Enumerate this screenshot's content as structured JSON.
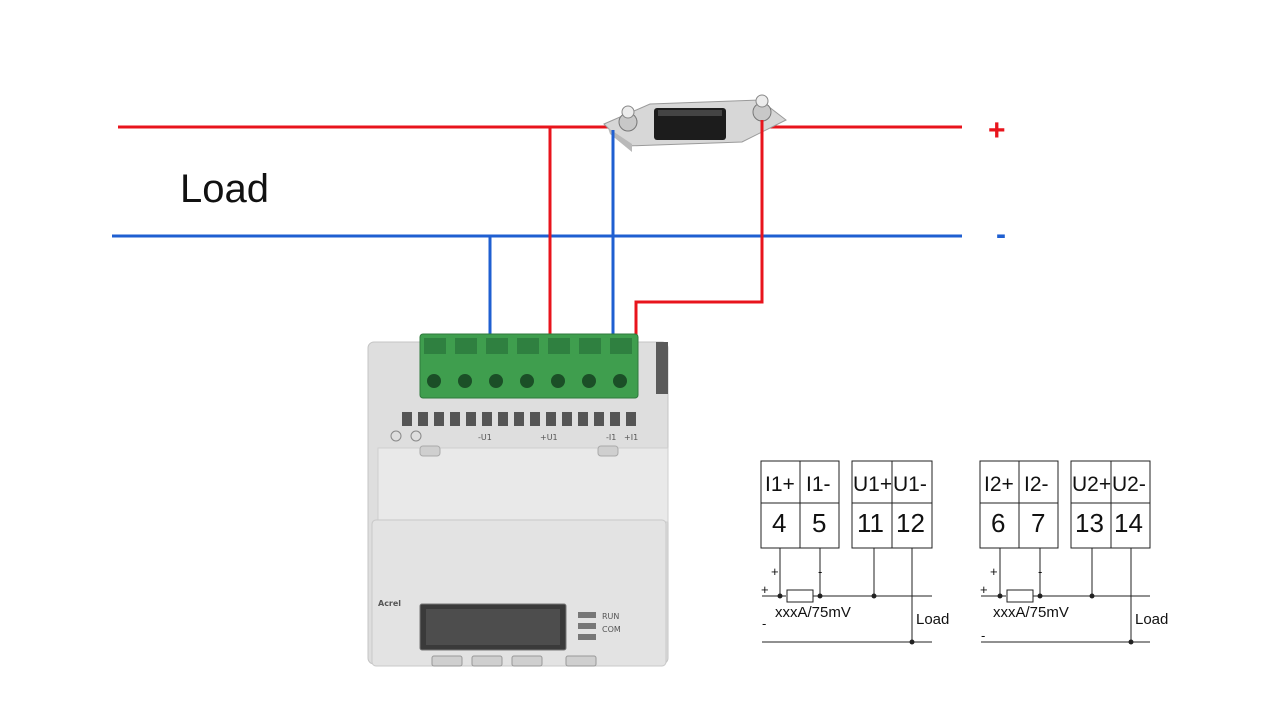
{
  "main_diagram": {
    "load_label": "Load",
    "plus_sign": "+",
    "minus_sign": "-",
    "colors": {
      "positive": "#e8141c",
      "negative": "#1f5fd1"
    }
  },
  "device": {
    "brand": "Acrel",
    "indicators": [
      "RUN",
      "COM"
    ],
    "terminal_marks": [
      "-U1",
      "+U1",
      "-I1",
      "+I1"
    ]
  },
  "schematics": [
    {
      "terminals": [
        {
          "label": "I1+",
          "num": "4"
        },
        {
          "label": "I1-",
          "num": "5"
        },
        {
          "label": "U1+",
          "num": "11"
        },
        {
          "label": "U1-",
          "num": "12"
        }
      ],
      "shunt_label": "xxxA/75mV",
      "load_label": "Load",
      "plus": "+",
      "minus": "-"
    },
    {
      "terminals": [
        {
          "label": "I2+",
          "num": "6"
        },
        {
          "label": "I2-",
          "num": "7"
        },
        {
          "label": "U2+",
          "num": "13"
        },
        {
          "label": "U2-",
          "num": "14"
        }
      ],
      "shunt_label": "xxxA/75mV",
      "load_label": "Load",
      "plus": "+",
      "minus": "-"
    }
  ]
}
